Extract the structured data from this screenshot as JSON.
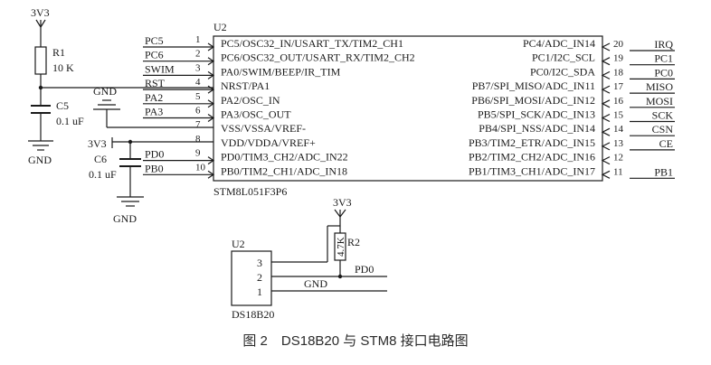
{
  "power": {
    "vcc": "3V3",
    "gnd": "GND"
  },
  "components": {
    "r1": {
      "ref": "R1",
      "value": "10 K"
    },
    "c5": {
      "ref": "C5",
      "value": "0.1 uF"
    },
    "c6": {
      "ref": "C6",
      "value": "0.1 uF"
    },
    "r2": {
      "ref": "R2",
      "value": "4.7K"
    }
  },
  "mcu": {
    "ref": "U2",
    "part": "STM8L051F3P6",
    "left_pins": [
      {
        "num": "1",
        "name": "PC5/OSC32_IN/USART_TX/TIM2_CH1",
        "net": "PC5"
      },
      {
        "num": "2",
        "name": "PC6/OSC32_OUT/USART_RX/TIM2_CH2",
        "net": "PC6"
      },
      {
        "num": "3",
        "name": "PA0/SWIM/BEEP/IR_TIM",
        "net": "SWIM"
      },
      {
        "num": "4",
        "name": "NRST/PA1",
        "net": "RST"
      },
      {
        "num": "5",
        "name": "PA2/OSC_IN",
        "net": "PA2"
      },
      {
        "num": "6",
        "name": "PA3/OSC_OUT",
        "net": "PA3"
      },
      {
        "num": "7",
        "name": "VSS/VSSA/VREF-",
        "net": ""
      },
      {
        "num": "8",
        "name": "VDD/VDDA/VREF+",
        "net": ""
      },
      {
        "num": "9",
        "name": "PD0/TIM3_CH2/ADC_IN22",
        "net": "PD0"
      },
      {
        "num": "10",
        "name": "PB0/TIM2_CH1/ADC_IN18",
        "net": "PB0"
      }
    ],
    "right_pins": [
      {
        "num": "20",
        "name": "PC4/ADC_IN14",
        "net": "IRQ"
      },
      {
        "num": "19",
        "name": "PC1/I2C_SCL",
        "net": "PC1"
      },
      {
        "num": "18",
        "name": "PC0/I2C_SDA",
        "net": "PC0"
      },
      {
        "num": "17",
        "name": "PB7/SPI_MISO/ADC_IN11",
        "net": "MISO"
      },
      {
        "num": "16",
        "name": "PB6/SPI_MOSI/ADC_IN12",
        "net": "MOSI"
      },
      {
        "num": "15",
        "name": "PB5/SPI_SCK/ADC_IN13",
        "net": "SCK"
      },
      {
        "num": "14",
        "name": "PB4/SPI_NSS/ADC_IN14",
        "net": "CSN"
      },
      {
        "num": "13",
        "name": "PB3/TIM2_ETR/ADC_IN15",
        "net": "CE"
      },
      {
        "num": "12",
        "name": "PB2/TIM2_CH2/ADC_IN16",
        "net": ""
      },
      {
        "num": "11",
        "name": "PB1/TIM3_CH1/ADC_IN17",
        "net": "PB1"
      }
    ]
  },
  "sensor": {
    "ref": "U2",
    "part": "DS18B20",
    "pins": [
      "3",
      "2",
      "1"
    ],
    "nets": [
      "",
      "PD0",
      "GND"
    ]
  },
  "caption": "图 2　DS18B20 与 STM8 接口电路图"
}
